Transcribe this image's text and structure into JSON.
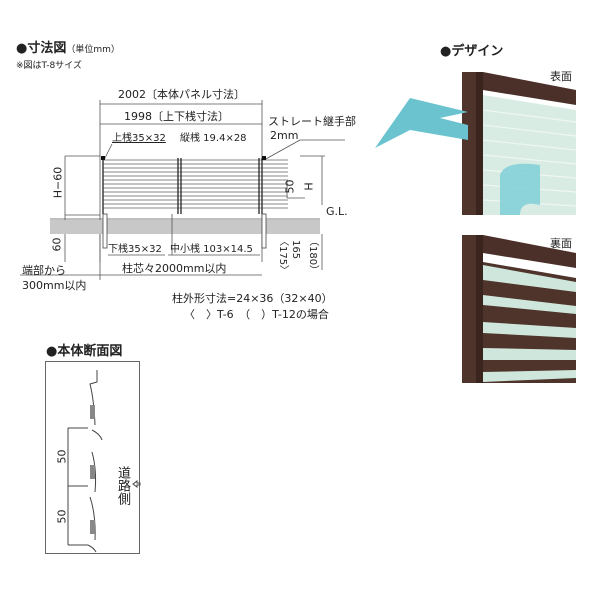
{
  "dimensions_section": {
    "title": "●寸法図",
    "unit_note": "（単位mm）",
    "size_note": "※図はT-8サイズ",
    "labels": {
      "panel_width": "2002〔本体パネル寸法〕",
      "rail_width": "1998〔上下桟寸法〕",
      "top_rail": "上桟35×32",
      "vertical_rail": "縦桟 19.4×28",
      "straight_joint": "ストレート継手部",
      "joint_gap": "2mm",
      "h_minus_60": "H−60",
      "pitch_50": "50",
      "height_h": "H",
      "ground_level": "G.L.",
      "embed_60": "60",
      "bottom_rail": "下桟35×32",
      "middle_rail": "中小桟 103×14.5",
      "post_spacing": "柱芯々2000mm以内",
      "from_end": "端部から",
      "within_300": "300mm以内",
      "depth_175": "〈175〉",
      "depth_165": "165",
      "depth_180": "（180）",
      "post_size": "柱外形寸法=24×36（32×40）",
      "post_size_note": "〈　〉T-6　（　）T-12の場合"
    }
  },
  "design_section": {
    "title": "●デザイン",
    "front_label": "表面",
    "back_label": "裏面",
    "colors": {
      "frame": "#4a3028",
      "panel": "#cfe6dc",
      "arrow": "#6cc3d0"
    }
  },
  "cross_section": {
    "title": "●本体断面図",
    "pitch_top": "50",
    "pitch_bottom": "50",
    "road_side": "道路側"
  }
}
